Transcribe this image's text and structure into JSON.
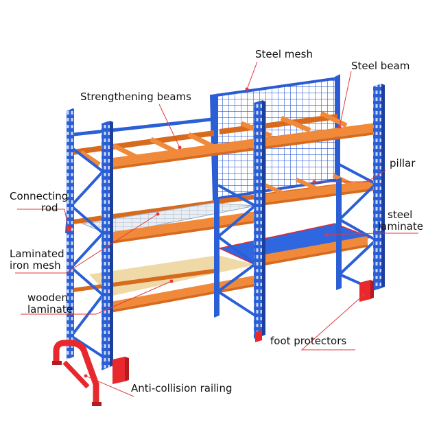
{
  "labels": {
    "steel_mesh": "Steel mesh",
    "steel_beam": "Steel beam",
    "strengthening_beams": "Strengthening beams",
    "pillar": "pillar",
    "connecting_rod": [
      "Connecting",
      "rod"
    ],
    "steel_laminate": [
      "steel",
      "laminate"
    ],
    "laminated_iron_mesh": [
      "Laminated",
      "iron mesh"
    ],
    "wooden_laminate": [
      "wooden",
      "laminate"
    ],
    "foot_protectors": "foot protectors",
    "anti_collision_railing": "Anti-collision railing"
  },
  "colors": {
    "upright_blue": "#2a5fd6",
    "upright_dark": "#1c3f9e",
    "beam_orange": "#f08a3a",
    "beam_dark": "#d86a1e",
    "mesh_blue": "#2b5bd3",
    "steel_laminate": "#2f67e0",
    "wood": "#efd9a6",
    "wire_deck": "#e9eef5",
    "foot_red": "#e8282d",
    "leader_red": "#e23a3a"
  }
}
